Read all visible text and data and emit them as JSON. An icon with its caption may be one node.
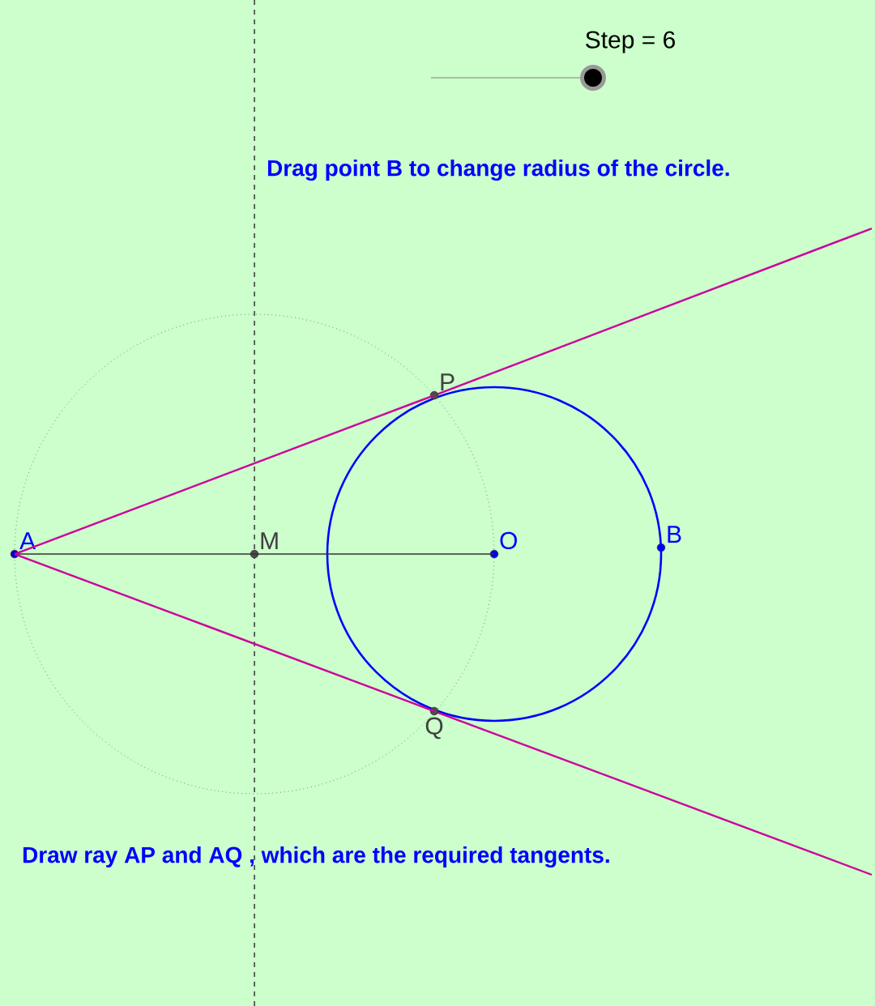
{
  "diagram": {
    "nodes": [
      {
        "text": [
          "A"
        ]
      },
      {
        "text": [
          "M"
        ]
      },
      {
        "text": [
          "O"
        ]
      },
      {
        "text": [
          "B"
        ]
      },
      {
        "text": [
          "P"
        ]
      },
      {
        "text": [
          "Q"
        ]
      }
    ],
    "edges": [
      {
        "from": 0,
        "to": 2,
        "arrow": "none",
        "color": "#333333"
      },
      {
        "from": 0,
        "to": 4,
        "arrow": "none"
      },
      {
        "from": 0,
        "to": 5,
        "arrow": "none"
      }
    ],
    "labels": [
      "Step = 6",
      "Drag point B to change radius of the circle.",
      "Draw ray AP and AQ , which are the required tangents."
    ]
  }
}
